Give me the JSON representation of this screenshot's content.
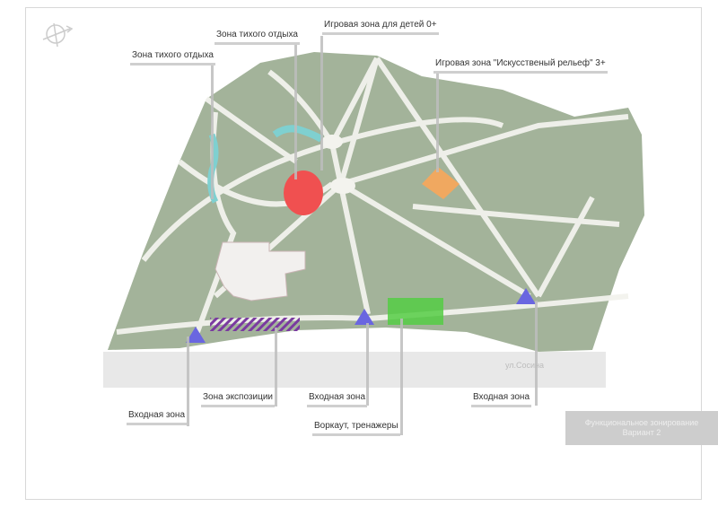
{
  "labels": {
    "quiet_zone_left": "Зона тихого отдыха",
    "quiet_zone_top": "Зона тихого отдыха",
    "kids_zone": "Игровая зона для детей 0+",
    "relief_zone": "Игровая зона \"Искусственый рельеф\" 3+",
    "entrance_left": "Входная зона",
    "exposition": "Зона экспозиции",
    "entrance_center": "Входная зона",
    "workout": "Воркаут, тренажеры",
    "entrance_right": "Входная зона"
  },
  "street": "ул.Сосина",
  "title": {
    "line1": "Функциональное зонирование",
    "line2": "Вариант 2"
  },
  "colors": {
    "park": "#a3b39a",
    "paths": "#f3f3ee",
    "quiet": "#7fd0d0",
    "kids": "#f05050",
    "relief": "#f0a860",
    "workout": "#55cc44",
    "exposition": "#7a3aa0",
    "entrance": "#6a66e0"
  }
}
